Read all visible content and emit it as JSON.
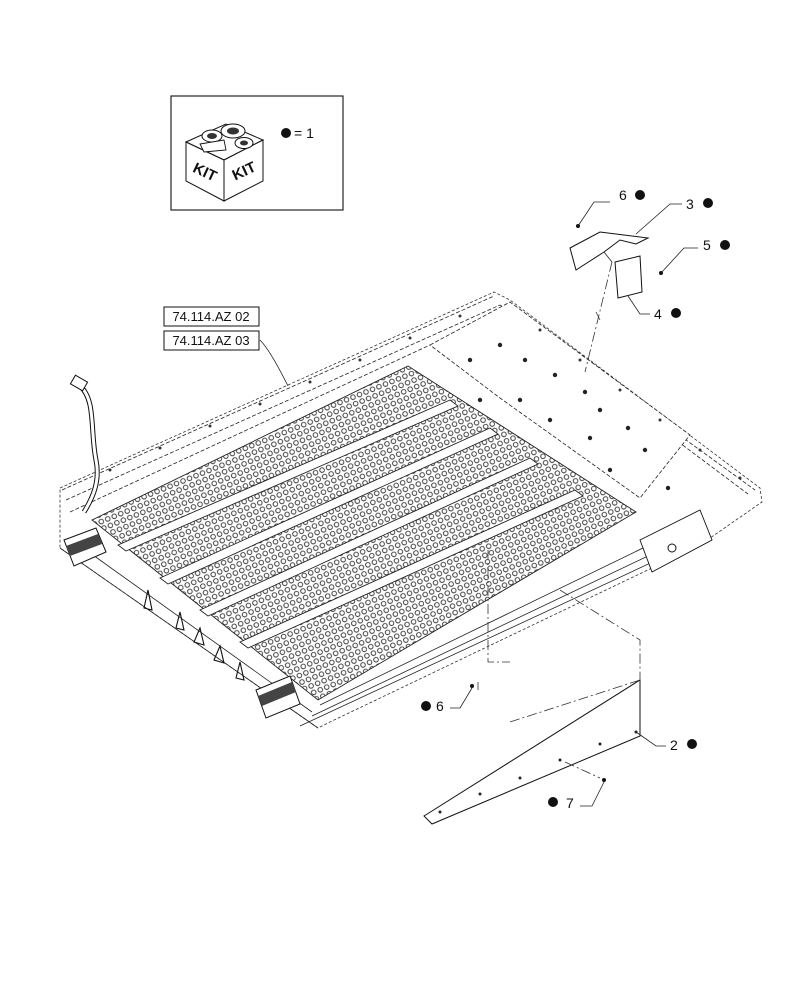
{
  "kit_box": {
    "left_face_text": "KIT",
    "right_face_text": "KIT",
    "equation": "= 1"
  },
  "references": [
    "74.114.AZ 02",
    "74.114.AZ 03"
  ],
  "callouts": [
    {
      "id": "c6-top",
      "number": "6"
    },
    {
      "id": "c3",
      "number": "3"
    },
    {
      "id": "c5",
      "number": "5"
    },
    {
      "id": "c4",
      "number": "4"
    },
    {
      "id": "c6-bottom",
      "number": "6"
    },
    {
      "id": "c2",
      "number": "2"
    },
    {
      "id": "c7",
      "number": "7"
    }
  ],
  "colors": {
    "line": "#111111",
    "mesh": "#555555",
    "background": "#ffffff"
  }
}
